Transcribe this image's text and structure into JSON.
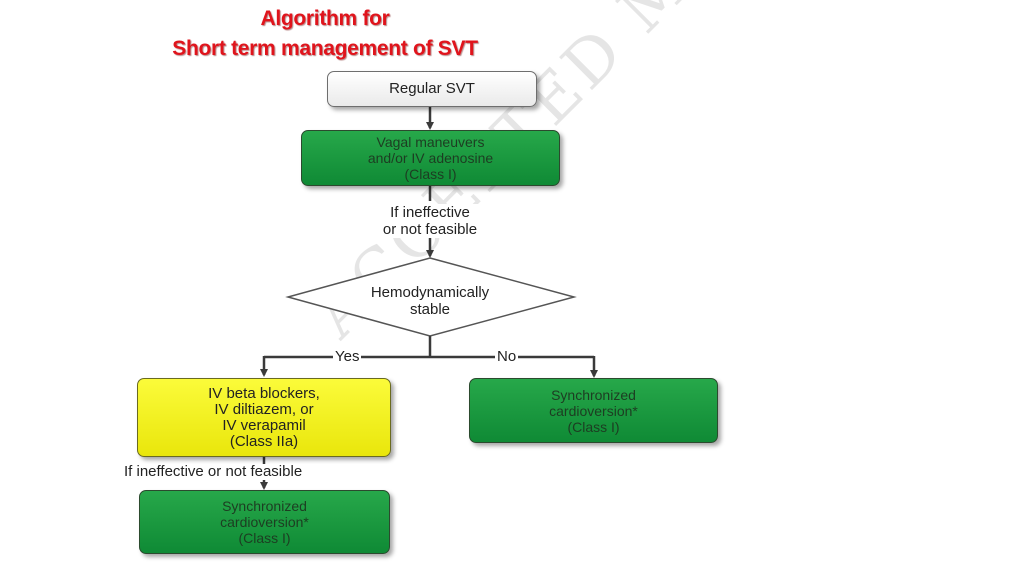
{
  "title": {
    "line1": "Algorithm for",
    "line2": "Short term management of SVT"
  },
  "watermark": "ACCEPTED MANUSCRIPT",
  "nodes": {
    "start": {
      "text": "Regular SVT"
    },
    "vagal": {
      "lines": [
        "Vagal maneuvers",
        "and/or IV adenosine",
        "(Class I)"
      ]
    },
    "decision": {
      "lines": [
        "Hemodynamically",
        "stable"
      ]
    },
    "beta": {
      "lines": [
        "IV beta blockers,",
        "IV diltiazem, or",
        "IV verapamil",
        "(Class IIa)"
      ]
    },
    "cardio_right": {
      "lines": [
        "Synchronized",
        "cardioversion*",
        "(Class I)"
      ]
    },
    "cardio_bottom": {
      "lines": [
        "Synchronized",
        "cardioversion*",
        "(Class I)"
      ]
    }
  },
  "edge_labels": {
    "ineffective_top": [
      "If ineffective",
      "or not feasible"
    ],
    "yes": "Yes",
    "no": "No",
    "ineffective_bottom": "If ineffective or not feasible"
  },
  "colors": {
    "title_red": "#e0141c",
    "green_box": "#1a9a40",
    "yellow_box": "#f5f21f",
    "start_box": "#f2f2f2",
    "connector": "#3a3a3a"
  }
}
